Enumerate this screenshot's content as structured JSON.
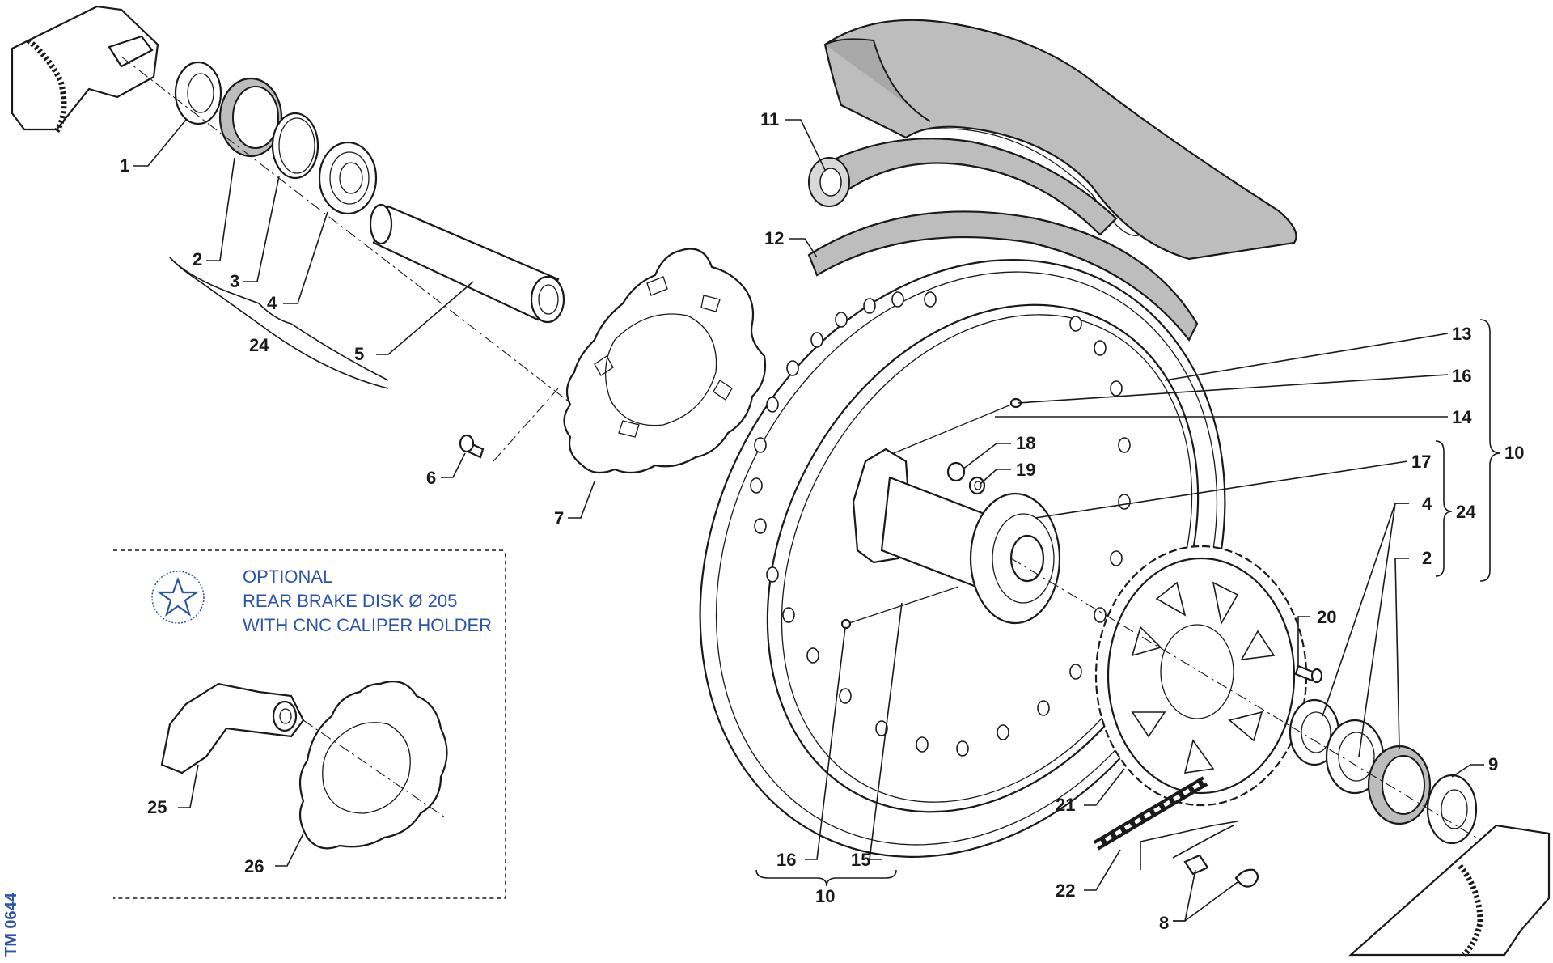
{
  "callouts": {
    "c1": "1",
    "c2": "2",
    "c3": "3",
    "c4": "4",
    "c5": "5",
    "c6": "6",
    "c7": "7",
    "c24_left": "24",
    "c11": "11",
    "c12": "12",
    "c13": "13",
    "c16_right": "16",
    "c14": "14",
    "c10_right": "10",
    "c18": "18",
    "c19": "19",
    "c17": "17",
    "c4_right": "4",
    "c24_right": "24",
    "c2_right": "2",
    "c20": "20",
    "c9": "9",
    "c21": "21",
    "c22": "22",
    "c8": "8",
    "c16_bottom": "16",
    "c15": "15",
    "c10_bottom": "10",
    "c25": "25",
    "c26": "26"
  },
  "optional_box": {
    "line1": "OPTIONAL",
    "line2": "REAR BRAKE DISK Ø 205",
    "line3": "WITH CNC CALIPER HOLDER"
  },
  "seal_icon": "special-parts-star-seal",
  "drawing_code": "TM 0644",
  "colors": {
    "accent": "#2b55a6",
    "line": "#1a1a1a",
    "tyre": "#bdbdbd"
  }
}
